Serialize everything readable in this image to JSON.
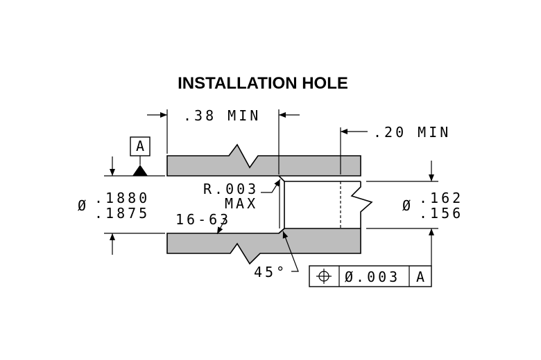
{
  "title": "INSTALLATION HOLE",
  "dims": {
    "depth_min": ".38 MIN",
    "ream_min": ".20 MIN",
    "dia_label": "Ø",
    "dia_upper": ".1880",
    "dia_lower": ".1875",
    "small_dia_label": "Ø",
    "small_dia_upper": ".162",
    "small_dia_lower": ".156",
    "radius_line1": "R.003",
    "radius_line2": "MAX",
    "finish": "16-63",
    "chamfer": "45°"
  },
  "datum": {
    "label": "A"
  },
  "feature_control": {
    "symbol_icon": "position-icon",
    "tolerance": "Ø.003",
    "datum_ref": "A"
  },
  "colors": {
    "wall_fill": "#bdbdbd",
    "line": "#000000",
    "background": "#ffffff"
  }
}
